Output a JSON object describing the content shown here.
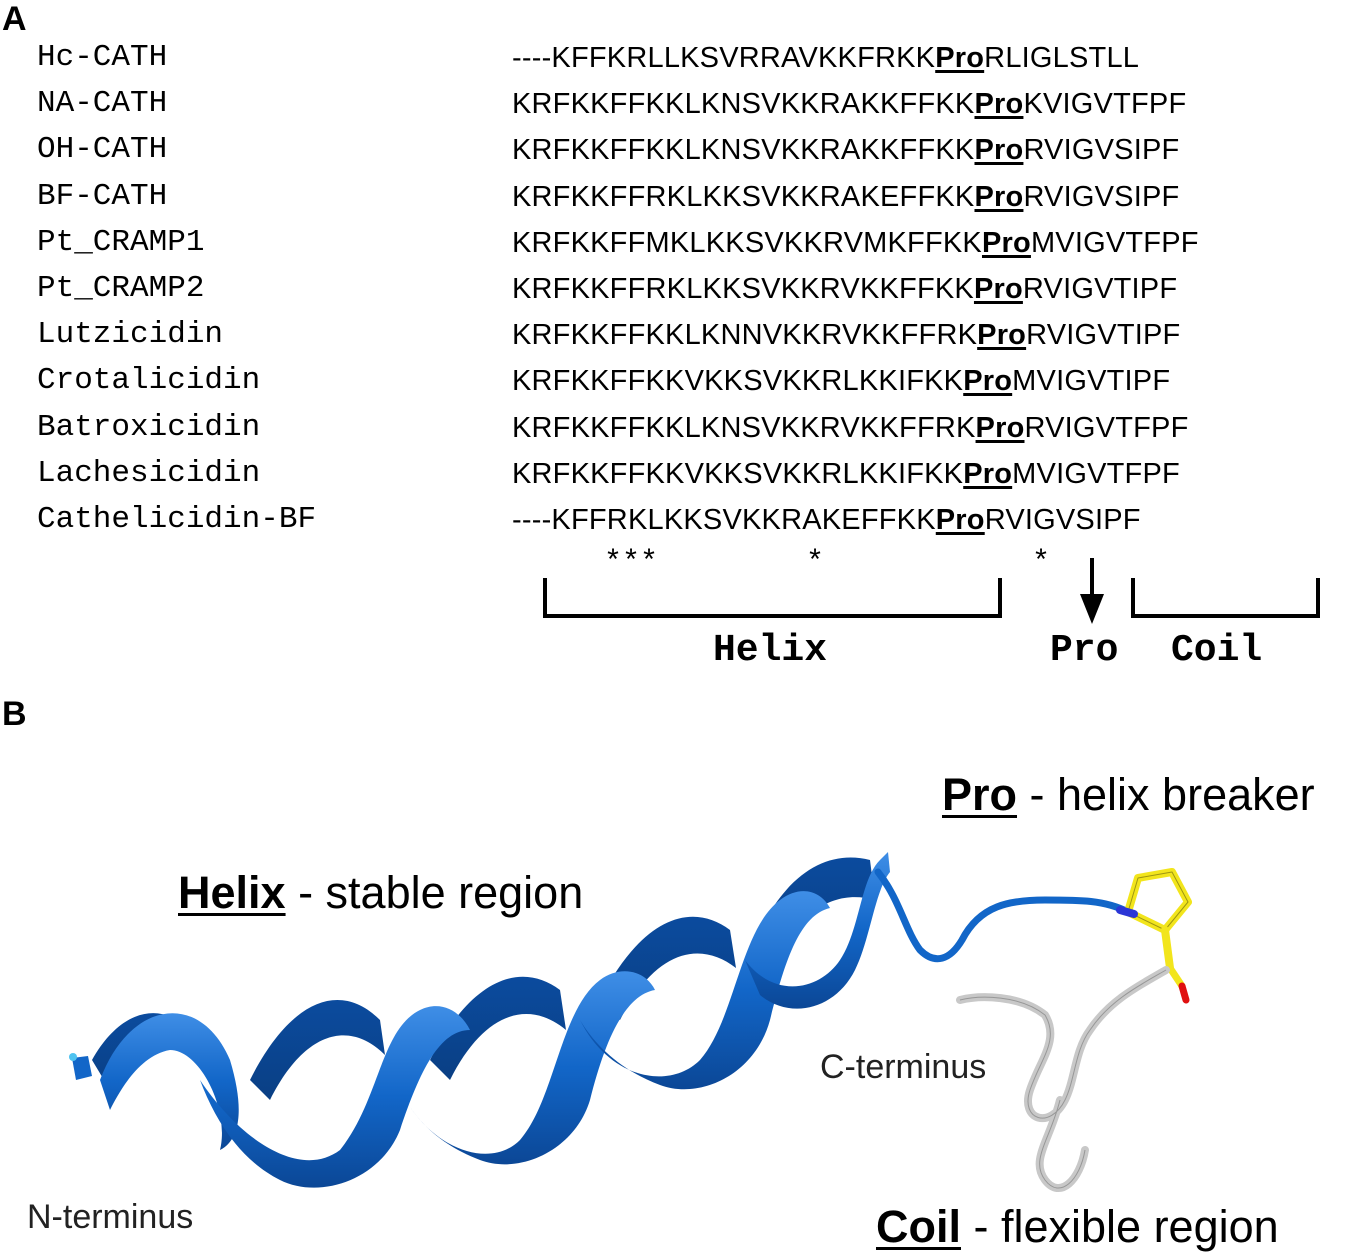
{
  "panel_a": {
    "label": "A",
    "sequences": [
      {
        "name": "Hc-CATH",
        "pre": "----KFFKRLLKSVRRAVKKFRKK",
        "pro": "Pro",
        "post": "RLIGLSTLL"
      },
      {
        "name": "NA-CATH",
        "pre": "KRFKKFFKKLKNSVKKRAKKFFKK",
        "pro": "Pro",
        "post": "KVIGVTFPF"
      },
      {
        "name": "OH-CATH",
        "pre": "KRFKKFFKKLKNSVKKRAKKFFKK",
        "pro": "Pro",
        "post": "RVIGVSIPF"
      },
      {
        "name": "BF-CATH",
        "pre": "KRFKKFFRKLKKSVKKRAKEFFKK",
        "pro": "Pro",
        "post": "RVIGVSIPF"
      },
      {
        "name": "Pt_CRAMP1",
        "pre": "KRFKKFFMKLKKSVKKRVMKFFKK",
        "pro": "Pro",
        "post": "MVIGVTFPF"
      },
      {
        "name": "Pt_CRAMP2",
        "pre": "KRFKKFFRKLKKSVKKRVKKFFKK",
        "pro": "Pro",
        "post": "RVIGVTIPF"
      },
      {
        "name": "Lutzicidin",
        "pre": "KRFKKFFKKLKNNVKKRVKKFFRK",
        "pro": "Pro",
        "post": "RVIGVTIPF"
      },
      {
        "name": "Crotalicidin",
        "pre": "KRFKKFFKKVKKSVKKRLKKIFKK",
        "pro": "Pro",
        "post": "MVIGVTIPF"
      },
      {
        "name": "Batroxicidin",
        "pre": "KRFKKFFKKLKNSVKKRVKKFFRK",
        "pro": "Pro",
        "post": "RVIGVTFPF"
      },
      {
        "name": "Lachesicidin",
        "pre": "KRFKKFFKKVKKSVKKRLKKIFKK",
        "pro": "Pro",
        "post": "MVIGVTFPF"
      },
      {
        "name": "Cathelicidin-BF",
        "pre": "----KFFRKLKKSVKKRAKEFFKK",
        "pro": "Pro",
        "post": "RVIGVSIPF"
      }
    ],
    "conservation": {
      "stars_1": "***",
      "stars_2": "*",
      "stars_3": "*"
    },
    "regions": {
      "helix": "Helix",
      "pro": "Pro",
      "coil": "Coil"
    }
  },
  "panel_b": {
    "label": "B",
    "pro_annotation": {
      "key": "Pro",
      "rest": " - helix breaker"
    },
    "helix_annotation": {
      "key": "Helix",
      "rest": " - stable region"
    },
    "coil_annotation": {
      "key": "Coil",
      "rest": " - flexible region"
    },
    "c_terminus": "C-terminus",
    "n_terminus": "N-terminus"
  },
  "colors": {
    "helix_blue": "#1266c8",
    "coil_gray": "#c8c8c8",
    "proline_yellow": "#f2e51c",
    "nitrogen_blue": "#2b35d6",
    "oxygen_red": "#e01010"
  }
}
